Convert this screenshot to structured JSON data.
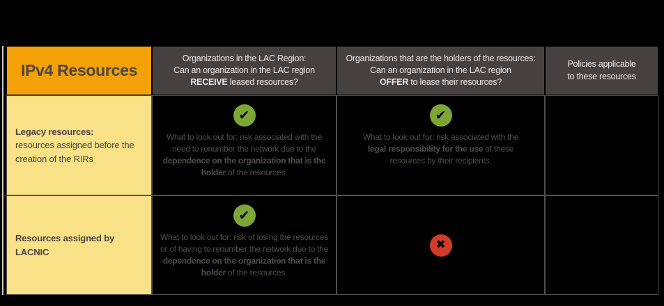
{
  "colors": {
    "background": "#000000",
    "orange": "#F4A008",
    "yellow": "#F9E187",
    "header_dark": "#454140",
    "header_text": "#E9E8E6",
    "dark_text": "#4B4642",
    "body_text": "#514E4B",
    "green": "#7CA737",
    "red": "#D23B27",
    "grid_line": "#4F4F4F",
    "accent_line": "#C9C8C4"
  },
  "icons": {
    "check": "✔",
    "cross": "✖"
  },
  "table": {
    "title": "IPv4 Resources",
    "headers": [
      {
        "name": "lac-receive",
        "segments": [
          {
            "t": "Organizations in the LAC Region:\nCan an organization in the LAC region\n"
          },
          {
            "t": "RECEIVE",
            "b": true
          },
          {
            "t": " leased resources?"
          }
        ]
      },
      {
        "name": "holders-offer",
        "segments": [
          {
            "t": "Organizations that are the holders of the resources:\nCan an organization in the LAC region\n"
          },
          {
            "t": "OFFER",
            "b": true
          },
          {
            "t": " to lease their resources?"
          }
        ]
      },
      {
        "name": "policies",
        "segments": [
          {
            "t": "Policies applicable\nto these resources"
          }
        ]
      }
    ],
    "rows": [
      {
        "label": [
          {
            "t": "Legacy resources:",
            "b": true
          },
          {
            "t": "\nresources assigned before the creation of the RIRs"
          }
        ],
        "cells": [
          {
            "icon": "check",
            "segments": [
              {
                "t": "What to look out for: risk associated with the need to renumber the network due to the "
              },
              {
                "t": "dependence on the organization that is the holder",
                "b": true
              },
              {
                "t": " of the resources."
              }
            ]
          },
          {
            "icon": "check",
            "segments": [
              {
                "t": "What to look out for: risk associated with the "
              },
              {
                "t": "legal responsibility for the use",
                "b": true
              },
              {
                "t": " of these resources by their recipients."
              }
            ]
          },
          {
            "icon": null,
            "segments": []
          }
        ]
      },
      {
        "label": [
          {
            "t": "Resources assigned by LACNIC",
            "b": true
          }
        ],
        "cells": [
          {
            "icon": "check",
            "segments": [
              {
                "t": "What to look out for: risk of losing the resources or of having to renumber the network due to the "
              },
              {
                "t": "dependence on the organization that is the holder",
                "b": true
              },
              {
                "t": " of the resources."
              }
            ]
          },
          {
            "icon": "cross",
            "segments": []
          },
          {
            "icon": null,
            "segments": []
          }
        ]
      }
    ]
  }
}
